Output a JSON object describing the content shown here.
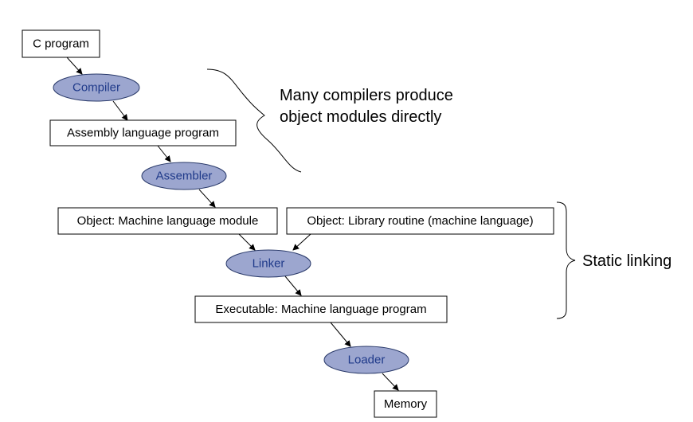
{
  "colors": {
    "tool_fill": "#9ca6cf",
    "tool_text": "#1f3a8a",
    "box_stroke": "#000000"
  },
  "boxes": {
    "c_program": "C program",
    "assembly_program": "Assembly language program",
    "object_module": "Object: Machine language module",
    "library_routine": "Object: Library routine (machine language)",
    "executable": "Executable: Machine language program",
    "memory": "Memory"
  },
  "tools": {
    "compiler": "Compiler",
    "assembler": "Assembler",
    "linker": "Linker",
    "loader": "Loader"
  },
  "annotations": {
    "compilers_note_line1": "Many compilers produce",
    "compilers_note_line2": "object modules directly",
    "static_linking": "Static linking"
  }
}
